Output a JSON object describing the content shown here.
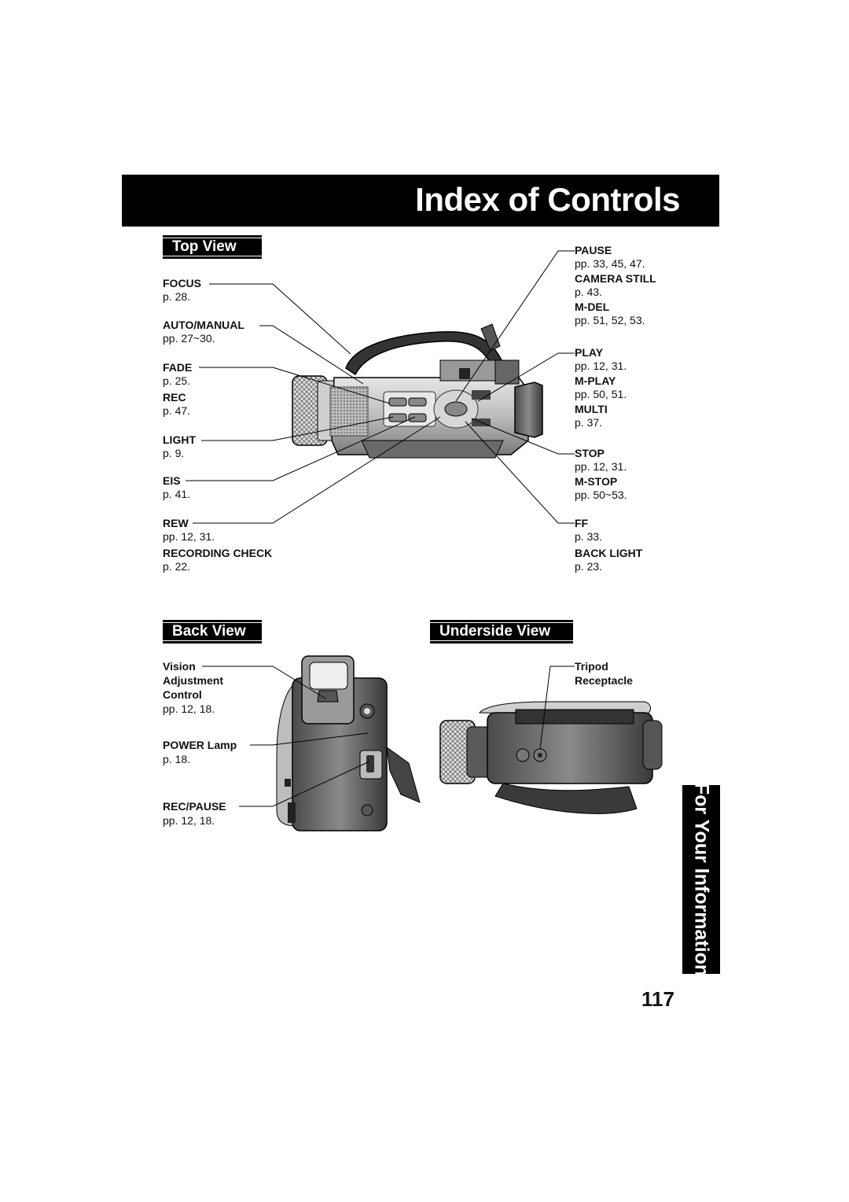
{
  "page_title": "Index of Controls",
  "sections": {
    "top_view": "Top View",
    "back_view": "Back View",
    "underside_view": "Underside View"
  },
  "top_left": [
    {
      "label": "FOCUS",
      "pages": "p. 28."
    },
    {
      "label": "AUTO/MANUAL",
      "pages": "pp. 27~30."
    },
    {
      "label": "FADE",
      "pages": "p. 25."
    },
    {
      "label": "REC",
      "pages": "p. 47."
    },
    {
      "label": "LIGHT",
      "pages": "p. 9."
    },
    {
      "label": "EIS",
      "pages": "p. 41."
    },
    {
      "label": "REW",
      "pages": "pp. 12, 31."
    },
    {
      "label": "RECORDING CHECK",
      "pages": "p. 22."
    }
  ],
  "top_right": [
    {
      "label": "PAUSE",
      "pages": "pp. 33, 45, 47."
    },
    {
      "label": "CAMERA STILL",
      "pages": "p. 43."
    },
    {
      "label": "M-DEL",
      "pages": "pp. 51, 52, 53."
    },
    {
      "label": "PLAY",
      "pages": "pp. 12, 31."
    },
    {
      "label": "M-PLAY",
      "pages": "pp. 50, 51."
    },
    {
      "label": "MULTI",
      "pages": "p. 37."
    },
    {
      "label": "STOP",
      "pages": "pp. 12, 31."
    },
    {
      "label": "M-STOP",
      "pages": "pp. 50~53."
    },
    {
      "label": "FF",
      "pages": "p. 33."
    },
    {
      "label": "BACK LIGHT",
      "pages": "p. 23."
    }
  ],
  "back_view": [
    {
      "label_1": "Vision",
      "label_2": "Adjustment",
      "label_3": "Control",
      "pages": "pp. 12, 18."
    },
    {
      "label": "POWER Lamp",
      "pages": "p. 18."
    },
    {
      "label": "REC/PAUSE",
      "pages": "pp. 12, 18."
    }
  ],
  "underside_view": [
    {
      "label_1": "Tripod",
      "label_2": "Receptacle"
    }
  ],
  "side_tab": "For Your Information",
  "page_number": "117"
}
